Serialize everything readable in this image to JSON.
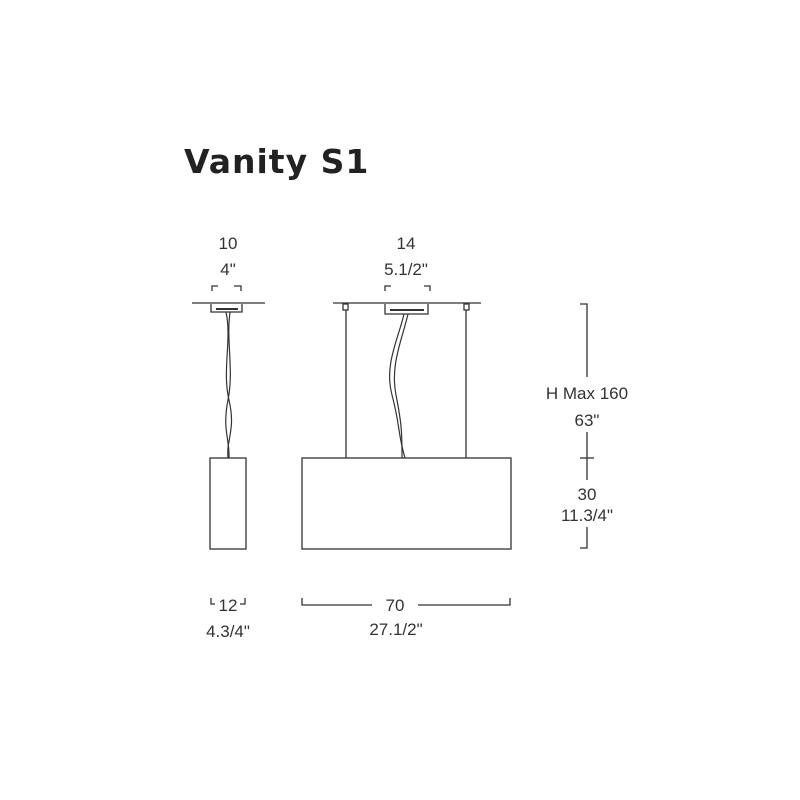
{
  "title": "Vanity S1",
  "dimensions": {
    "side_canopy": {
      "cm": "10",
      "inch": "4\""
    },
    "front_canopy": {
      "cm": "14",
      "inch": "5.1/2\""
    },
    "height_max": {
      "cm": "H Max 160",
      "inch": "63\""
    },
    "shade_height": {
      "cm": "30",
      "inch": "11.3/4\""
    },
    "side_depth": {
      "cm": "12",
      "inch": "4.3/4\""
    },
    "front_width": {
      "cm": "70",
      "inch": "27.1/2\""
    }
  }
}
